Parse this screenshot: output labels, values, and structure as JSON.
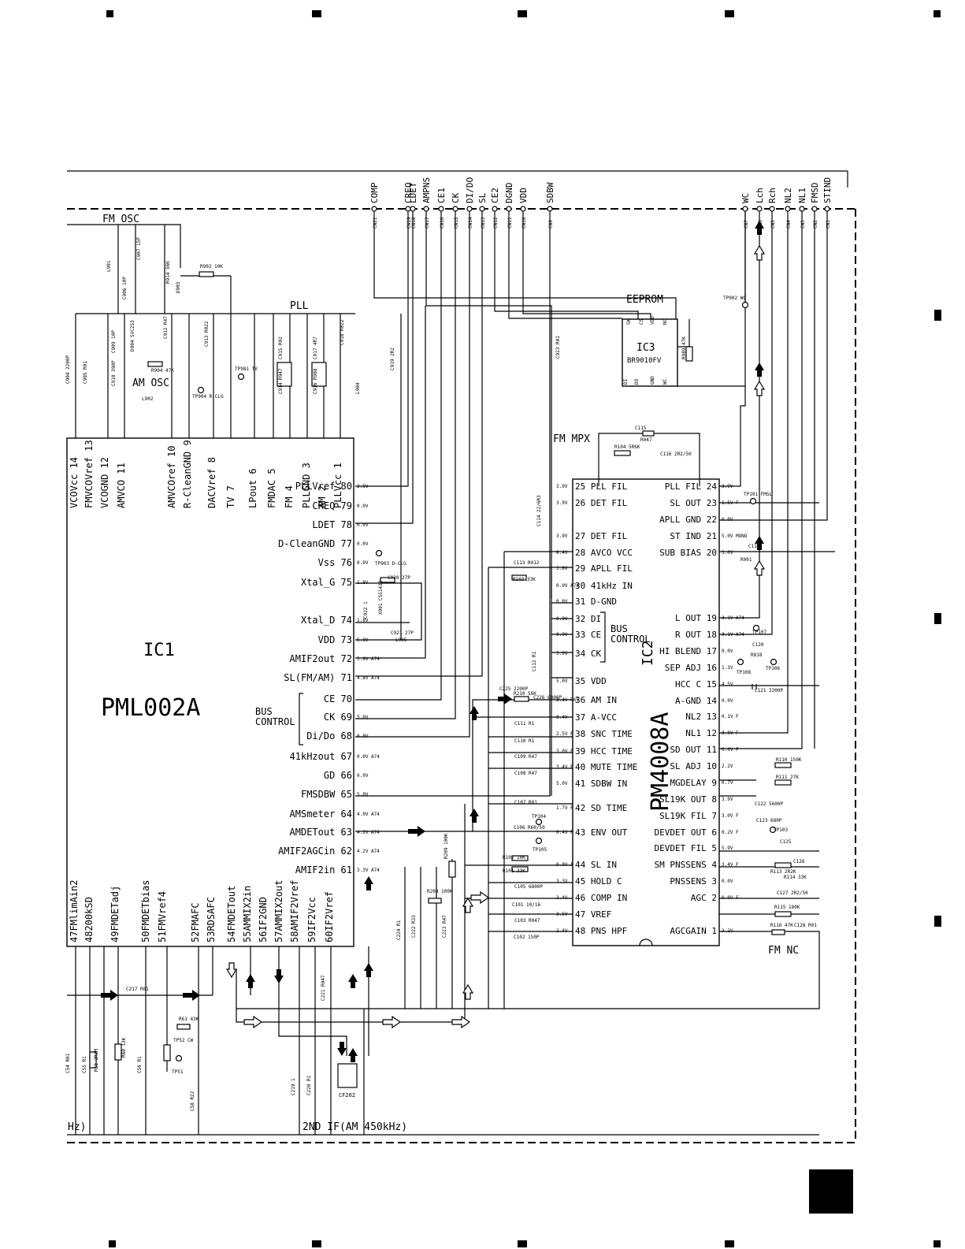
{
  "labels": {
    "fm_osc": "FM OSC",
    "am_osc": "AM OSC",
    "pll": "PLL",
    "eeprom": "EEPROM",
    "fm_mpx": "FM MPX",
    "bus_control_left": "BUS\nCONTROL",
    "bus_control_right": "BUS\nCONTROL",
    "second_if": "2ND IF(AM 450kHz)",
    "left_cut_hz": "Hz)",
    "fm_nc": "FM NC",
    "ic1_name": "IC1",
    "ic1_part": "PML002A",
    "ic2_name": "IC2",
    "ic2_part": "PM4008A",
    "ic3_name": "IC3",
    "ic3_part": "BR9010FV",
    "cf202": "CF202"
  },
  "connectors_top": [
    {
      "label": "COMP",
      "pin": "CN21"
    },
    {
      "label": "CREQ",
      "pin": "CN19"
    },
    {
      "label": "LDET",
      "pin": "CN18"
    },
    {
      "label": "AMPNS",
      "pin": "CN17"
    },
    {
      "label": "CE1",
      "pin": "CN16"
    },
    {
      "label": "CK",
      "pin": "CN15"
    },
    {
      "label": "DI/DO",
      "pin": "CN14"
    },
    {
      "label": "SL",
      "pin": "CN13"
    },
    {
      "label": "CE2",
      "pin": "CN12"
    },
    {
      "label": "DGND",
      "pin": "CN11"
    },
    {
      "label": "VDD",
      "pin": "CN10"
    },
    {
      "label": "SDBW",
      "pin": "CN9"
    }
  ],
  "connectors_right": [
    {
      "label": "WC",
      "pin": "CN7"
    },
    {
      "label": "Lch",
      "pin": "CN6"
    },
    {
      "label": "Rch",
      "pin": "CN5"
    },
    {
      "label": "NL2",
      "pin": "CN4"
    },
    {
      "label": "NL1",
      "pin": "CN3"
    },
    {
      "label": "FMSD",
      "pin": "CN2"
    },
    {
      "label": "STIND",
      "pin": "CN1"
    }
  ],
  "ic1_right_pins": [
    "PLLVref 80",
    "CREQ 79",
    "LDET 78",
    "D-CleanGND 77",
    "Vss 76",
    "Xtal_G 75",
    "Xtal_D 74",
    "VDD 73",
    "AMIF2out 72",
    "SL(FM/AM) 71",
    "CE 70",
    "CK 69",
    "Di/Do 68",
    "41kHzout 67",
    "GD 66",
    "FMSDBW 65",
    "AMSmeter 64",
    "AMDETout 63",
    "AMIF2AGCin 62",
    "AMIF2in 61"
  ],
  "ic1_top_pins": [
    "VCOVcc 14",
    "FMVCOVref 13",
    "VCOGND 12",
    "AMVCO 11",
    "AMVCOref 10",
    "R-CleanGND 9",
    "DACVref 8",
    "TV 7",
    "LPout 6",
    "FMDAC 5",
    "FM 4",
    "PLLGND 3",
    "AM 2",
    "PLLVcc 1"
  ],
  "ic1_bottom_pins": [
    "47FMlimAin2",
    "48200kSD",
    "49FMDETadj",
    "50FMDETbias",
    "51FMVref4",
    "52FMAFC",
    "53RDSAFC",
    "54FMDETout",
    "55AMMIX2in",
    "56IF2GND",
    "57AMMIX2out",
    "58AMIF2Vref",
    "59IF2Vcc",
    "60IF2Vref"
  ],
  "ic2_left_pins": [
    "25 PLL FIL",
    "26 DET FIL",
    "27 DET FIL",
    "28 AVCO VCC",
    "29 APLL FIL",
    "30 41kHz IN",
    "31 D-GND",
    "32 DI",
    "33 CE",
    "34 CK",
    "35 VDD",
    "36 AM IN",
    "37 A-VCC",
    "38 SNC TIME",
    "39 HCC TIME",
    "40 MUTE TIME",
    "41 SDBW IN",
    "42 SD TIME",
    "43 ENV OUT",
    "44 SL IN",
    "45 HOLD C",
    "46 COMP IN",
    "47 VREF",
    "48 PNS HPF"
  ],
  "ic2_right_pins": [
    "PLL FIL 24",
    "SL OUT 23",
    "APLL GND 22",
    "ST IND 21",
    "SUB BIAS 20",
    "L OUT 19",
    "R OUT 18",
    "HI BLEND 17",
    "SEP ADJ 16",
    "HCC C 15",
    "A-GND 14",
    "NL2 13",
    "NL1 12",
    "SD OUT 11",
    "SL ADJ 10",
    "MGDELAY 9",
    "SL19K OUT 8",
    "SL19K FIL 7",
    "DEVDET OUT 6",
    "DEVDET FIL 5",
    "SM PNSSENS 4",
    "PNSSENS 3",
    "AGC 2",
    "AGCGAIN 1"
  ],
  "ic3_pins": [
    "SK",
    "CS",
    "VDD",
    "NC",
    "DI",
    "DO",
    "GND",
    "WC"
  ],
  "ic1_voltages": [
    "2.5V",
    "0.0V",
    "0.0V",
    "0.0V",
    "0.0V",
    "1.8V",
    "1.8V",
    "5.0V",
    "5.9V A74",
    "4.8V A74",
    "",
    "5.0V",
    "0.0V",
    "0.0V A74",
    "0.0V",
    "5.0V",
    "4.0V A74",
    "4.2V A74",
    "4.2V A74",
    "3.3V A74"
  ],
  "ic2_left_voltages": [
    "3.9V",
    "3.9V",
    "3.9V",
    "8.4V",
    "3.8V",
    "0.0V A74",
    "0.0V",
    "0.0V",
    "0.0V",
    "5.0V",
    "5.0V",
    "3.4V F65",
    "8.4V",
    "2.5V F",
    "3.0V F",
    "3.4V F",
    "5.0V",
    "1.7V F",
    "0.4V F",
    "0.0V A",
    "3.3V",
    "3.4V",
    "3.5V",
    "2.4V"
  ],
  "ic2_right_voltages": [
    "3.9V",
    "1.5V F",
    "0.0V",
    "5.0V MONO",
    "3.0V",
    "3.1V A74",
    "3.1V A74",
    "0.0V",
    "1.3V",
    "4.5V",
    "0.0V",
    "0.1V F",
    "3.0V F",
    "0.0V F",
    "2.2V",
    "0.7V",
    "3.9V",
    "3.0V F",
    "0.2V F",
    "5.9V",
    "3.4V F",
    "0.0V",
    "0.0V F",
    "3.2V"
  ],
  "components": [
    "L901",
    "C906 10P",
    "C907 15P",
    "R914 56K",
    "D903",
    "R902 10K",
    "C909 10P",
    "D904 SVC253",
    "C912 R47",
    "C910 390P",
    "R904 47K",
    "L902",
    "C904 2200P",
    "C905 R01",
    "C913 R022",
    "TP981 TV",
    "TP904 R-CLG",
    "C915 R02",
    "C914 R947",
    "C916 R988",
    "C917 4R7",
    "C918 R022",
    "L904",
    "C919 2R2",
    "C923 R01",
    "R989 47K",
    "TP902 WC",
    "C115",
    "R047",
    "R104 5R6K",
    "C116 2R2/50",
    "C114 22/6R3",
    "TP101 FMSL",
    "C117",
    "R001",
    "C113 R012",
    "R103 33K",
    "C920 27P",
    "X901 CSS1432",
    "C921 27P",
    "L905",
    "C922 1",
    "TP903 D-CLG",
    "C112 R1",
    "C225 2200P",
    "R210 56K",
    "C226 6800P",
    "C111 R1",
    "C110 R1",
    "C109 R47",
    "C108 R47",
    "C107 R01",
    "C106 R60/50",
    "TP104",
    "TP105",
    "R102 10K",
    "R101 33K",
    "C105 6800P",
    "C101 10/16",
    "C103 R047",
    "C102 150P",
    "R209 100K",
    "R208 100K",
    "C224 R1",
    "C222 R33",
    "C223 R47",
    "TP107",
    "TP106",
    "TP108",
    "R818",
    "C120",
    "C121 3300P",
    "R110 150K",
    "R111 27K",
    "C122 5600P",
    "C123 680P",
    "TP103",
    "C125",
    "R113 2R2K",
    "C126",
    "R114 33K",
    "C127 2R2/50",
    "R115 180K",
    "R116 47K",
    "C128 R01",
    "C217 R01",
    "R61 43K",
    "TP52 CW",
    "TP51",
    "R58 2R2M",
    "R60 13K",
    "C54 R01",
    "C55 R1",
    "C56 R1",
    "C58 R22",
    "C219 1",
    "C220 R1",
    "C221 R047"
  ]
}
